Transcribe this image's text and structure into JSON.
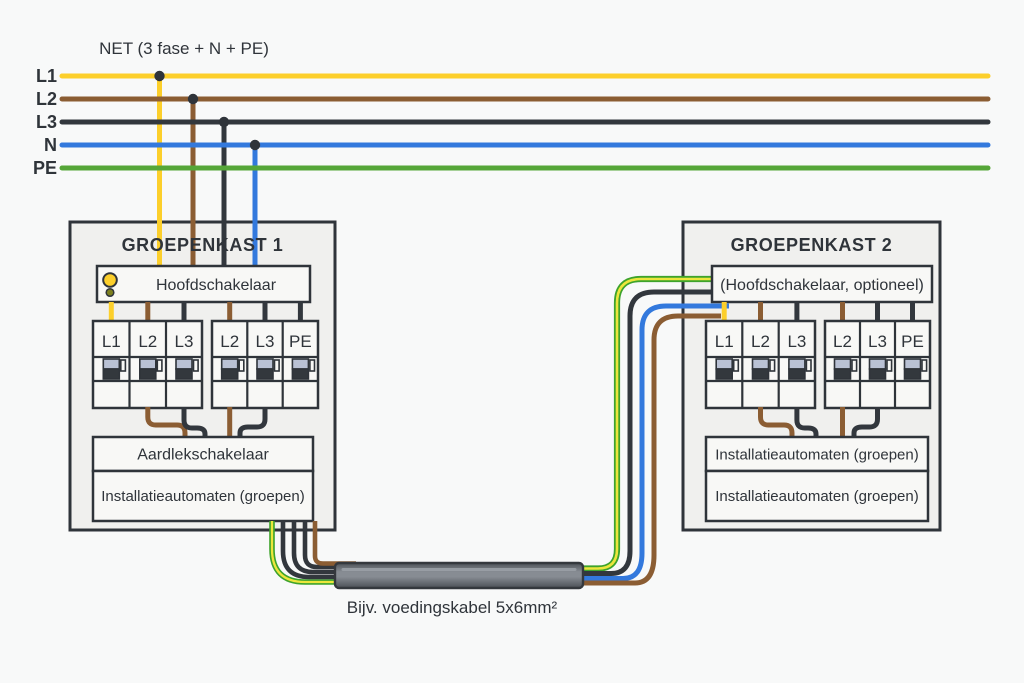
{
  "colors": {
    "background": "#f8f9f9",
    "ink": "#2f343a",
    "panel_fill": "#f0f0ee",
    "panel_inner_fill": "#f8f8f6",
    "wire_yellow": "#fccf2b",
    "wire_brown": "#8b5d33",
    "wire_black": "#32373d",
    "wire_blue": "#3379dd",
    "wire_green": "#55a638",
    "wire_pe_green": "#3da32c",
    "wire_pe_yellow": "#ece63c",
    "label_l1": "#ac7b26",
    "cable_edge": "#34383d",
    "cable_dark": "#4b5056",
    "cable_mid": "#878c93",
    "cable_light": "#9aa0a6",
    "switch_top": "#b9c1d4",
    "switch_dark": "#33383d",
    "indicator_on": "#fccf2b",
    "indicator_off": "#7d801f"
  },
  "net": {
    "title": "NET (3 fase + N + PE)",
    "lines": [
      {
        "label": "L1"
      },
      {
        "label": "L2"
      },
      {
        "label": "L3"
      },
      {
        "label": "N"
      },
      {
        "label": "PE"
      }
    ]
  },
  "panel1": {
    "title": "GROEPENKAST 1",
    "main_switch_label": "Hoofdschakelaar",
    "breakers": [
      "L1",
      "L2",
      "L3",
      "L2",
      "L3",
      "PE"
    ],
    "rcd_label": "Aardlekschakelaar",
    "groups_label": "Installatieautomaten (groepen)"
  },
  "panel2": {
    "title": "GROEPENKAST 2",
    "main_switch_label": "(Hoofdschakelaar, optioneel)",
    "breakers": [
      "L1",
      "L2",
      "L3",
      "L2",
      "L3",
      "PE"
    ],
    "groups_label_1": "Installatieautomaten (groepen)",
    "groups_label_2": "Installatieautomaten (groepen)"
  },
  "cable": {
    "label": "Bijv. voedingskabel 5x6mm²"
  }
}
